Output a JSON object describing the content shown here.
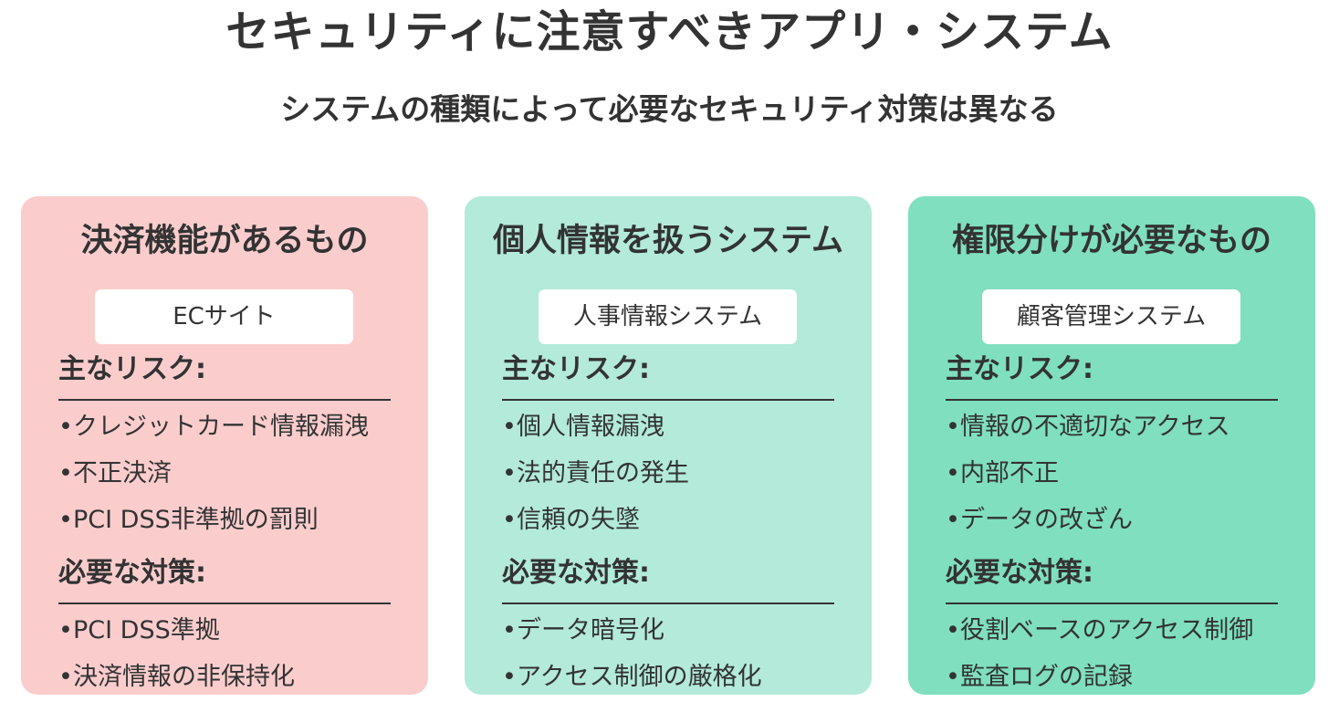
{
  "title": "セキュリティに注意すべきアプリ・システム",
  "subtitle": "システムの種類によって必要なセキュリティ対策は異なる",
  "colors": {
    "card_payment": "#facdcc",
    "card_personal": "#b3ead9",
    "card_permission": "#7fdfbe",
    "text": "#333333"
  },
  "cards": [
    {
      "title": "決済機能があるもの",
      "example": "ECサイト",
      "risks_heading": "主なリスク:",
      "risks": [
        "クレジットカード情報漏洩",
        "不正決済",
        "PCI DSS非準拠の罰則"
      ],
      "measures_heading": "必要な対策:",
      "measures": [
        "PCI DSS準拠",
        "決済情報の非保持化"
      ]
    },
    {
      "title": "個人情報を扱うシステム",
      "example": "人事情報システム",
      "risks_heading": "主なリスク:",
      "risks": [
        "個人情報漏洩",
        "法的責任の発生",
        "信頼の失墜"
      ],
      "measures_heading": "必要な対策:",
      "measures": [
        "データ暗号化",
        "アクセス制御の厳格化"
      ]
    },
    {
      "title": "権限分けが必要なもの",
      "example": "顧客管理システム",
      "risks_heading": "主なリスク:",
      "risks": [
        "情報の不適切なアクセス",
        "内部不正",
        "データの改ざん"
      ],
      "measures_heading": "必要な対策:",
      "measures": [
        "役割ベースのアクセス制御",
        "監査ログの記録"
      ]
    }
  ]
}
